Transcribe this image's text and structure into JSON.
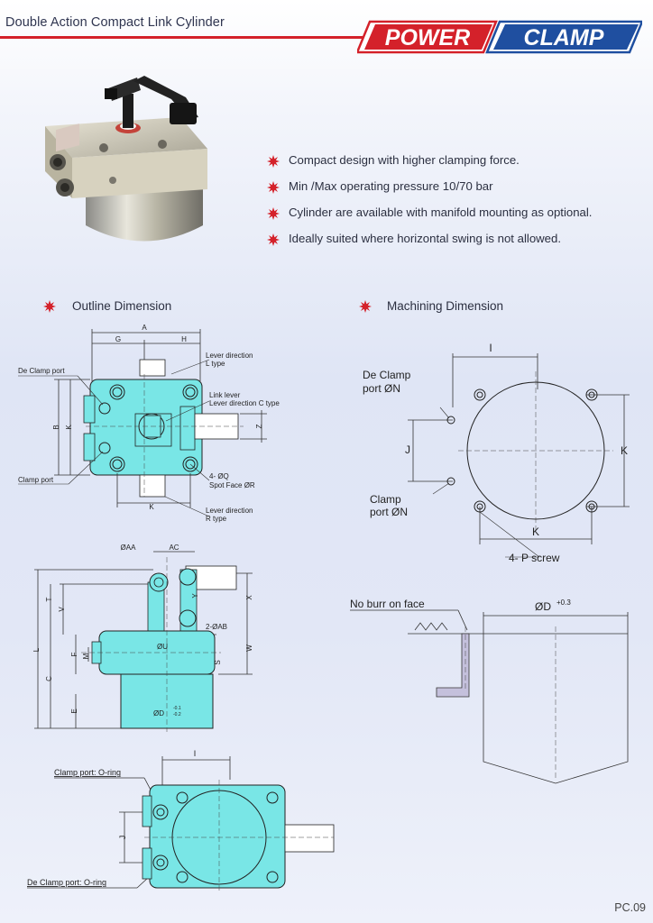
{
  "header": {
    "title": "Double Action Compact Link Cylinder",
    "brand_left": "POWER",
    "brand_right": "CLAMP",
    "accent_red": "#d4212a",
    "accent_blue": "#1f4fa0"
  },
  "features": [
    "Compact design with higher clamping force.",
    "Min /Max operating pressure 10/70 bar",
    "Cylinder are available with manifold mounting as optional.",
    "Ideally suited where horizontal swing is not allowed."
  ],
  "sections": {
    "outline": "Outline Dimension",
    "machining": "Machining Dimension"
  },
  "outline_labels": {
    "A": "A",
    "G": "G",
    "H": "H",
    "B": "B",
    "K": "K",
    "Z": "Z",
    "K2": "K",
    "lever_L": "Lever direction",
    "lever_L2": "L type",
    "link_lever": "Link lever",
    "lever_C": "Lever direction C type",
    "declamp_port": "De Clamp port",
    "clamp_port": "Clamp port",
    "q_spot": "4- ØQ",
    "spot_face": "Spot Face ØR",
    "lever_R": "Lever direction",
    "lever_R2": "R type"
  },
  "side_labels": {
    "AA": "ØAA",
    "AC": "AC",
    "T": "T",
    "V": "V",
    "L": "L",
    "C": "C",
    "F": "F",
    "M": "M",
    "E": "E",
    "X": "X",
    "Y": "Y",
    "W": "W",
    "S": "S",
    "U": "ØU",
    "AB": "2-ØAB",
    "D": "ØD",
    "D_tol_top": "-0.1",
    "D_tol_bot": "-0.2"
  },
  "bottom_labels": {
    "I": "I",
    "J": "J",
    "clamp_oring": "Clamp port: O-ring",
    "declamp_oring": "De Clamp port: O-ring"
  },
  "machining_labels": {
    "I": "I",
    "declamp_port_1": "De Clamp",
    "declamp_port_2": "port ØN",
    "J": "J",
    "K": "K",
    "K2": "K",
    "clamp_port_1": "Clamp",
    "clamp_port_2": "port ØN",
    "p_screw": "4- P screw",
    "no_burr": "No burr on face",
    "D": "ØD",
    "D_tol": "+0.3"
  },
  "footer": {
    "page": "PC.09"
  }
}
